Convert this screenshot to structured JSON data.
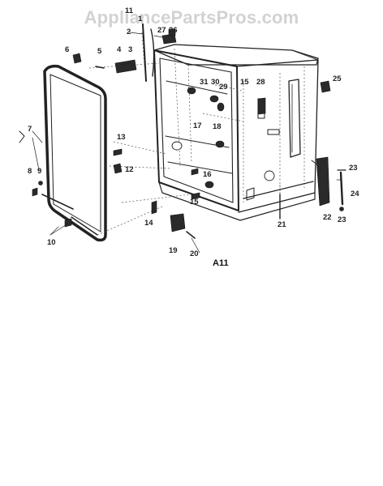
{
  "watermark": "AppliancePartsPros.com",
  "diagram_code": "A11",
  "callouts": {
    "c1": "11",
    "c2": "1",
    "c3": "2",
    "c4": "27",
    "c5": "26",
    "c6": "6",
    "c7": "5",
    "c8": "4",
    "c9": "3",
    "c10": "31",
    "c11": "30",
    "c12": "29",
    "c13": "15",
    "c14": "28",
    "c15": "25",
    "c16": "17",
    "c17": "18",
    "c18": "13",
    "c19": "12",
    "c20": "7",
    "c21": "8",
    "c22": "9",
    "c23": "10",
    "c24": "16",
    "c25": "15",
    "c26": "14",
    "c27": "19",
    "c28": "20",
    "c29": "21",
    "c30": "22",
    "c31": "23",
    "c32": "24",
    "c33": "23"
  }
}
